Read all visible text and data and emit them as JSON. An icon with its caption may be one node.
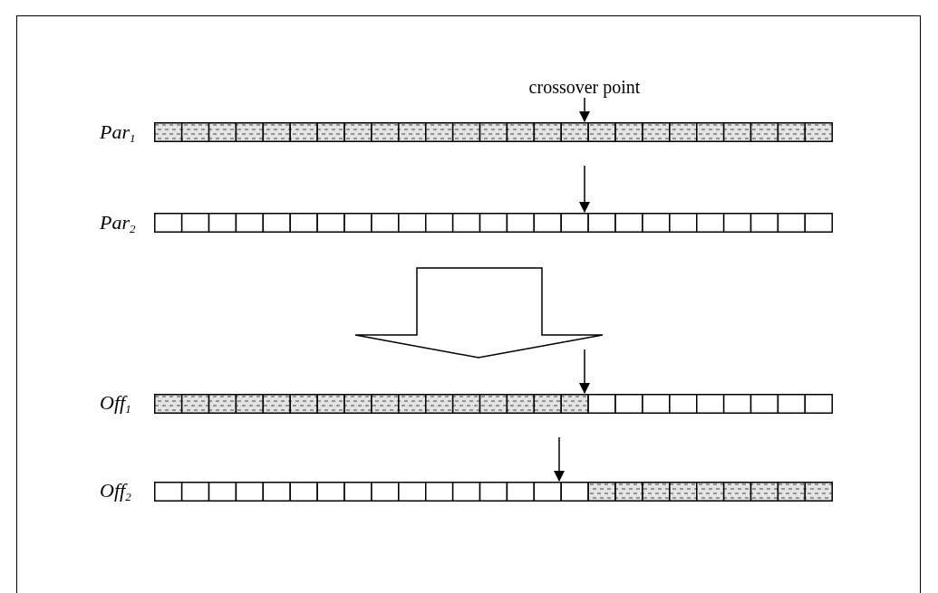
{
  "diagram": {
    "nodes": [
      {
        "text": [
          "crossover point"
        ]
      },
      {
        "text": [],
        "shape": "bar",
        "beside": [
          "Par$_{1}$"
        ]
      },
      {
        "text": [],
        "shape": "bar",
        "beside": [
          "Par$_{2}$"
        ]
      },
      {
        "text": [],
        "shape": "bar",
        "beside": [
          "Off$_{1}$"
        ]
      },
      {
        "text": [],
        "shape": "bar",
        "beside": [
          "Off$_{2}$"
        ]
      }
    ],
    "edges": [
      {
        "from": 0,
        "to": 1,
        "arrow": "to"
      },
      {
        "from": null,
        "to": 2,
        "arrow": "to"
      },
      {
        "from": 2,
        "to": 3,
        "arrow": "to",
        "style": "thick"
      },
      {
        "from": null,
        "to": 3,
        "arrow": "to"
      },
      {
        "from": null,
        "to": 4,
        "arrow": "to"
      }
    ]
  }
}
